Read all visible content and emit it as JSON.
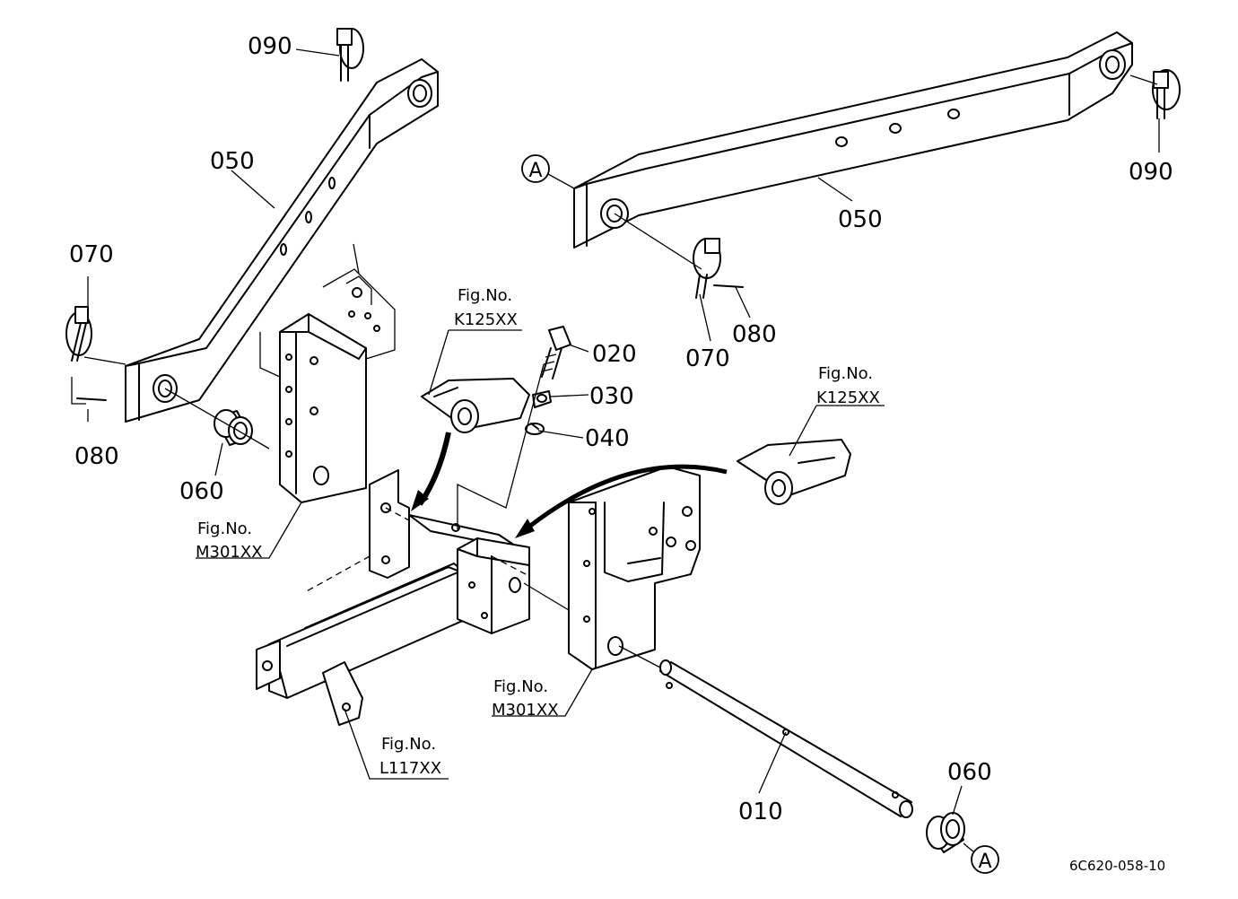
{
  "parts": {
    "p010": "010",
    "p020": "020",
    "p030": "030",
    "p040": "040",
    "p050_left": "050",
    "p050_right": "050",
    "p060_left": "060",
    "p060_right": "060",
    "p070_left": "070",
    "p070_right": "070",
    "p080_left": "080",
    "p080_right": "080",
    "p090_left": "090",
    "p090_right": "090"
  },
  "references": {
    "fig_label": "Fig.No.",
    "k125_upper": "K125XX",
    "k125_right": "K125XX",
    "m301_left": "M301XX",
    "m301_right": "M301XX",
    "l117": "L117XX"
  },
  "markers": {
    "a_upper": "A",
    "a_lower": "A"
  },
  "drawing_code": "6C620-058-10"
}
